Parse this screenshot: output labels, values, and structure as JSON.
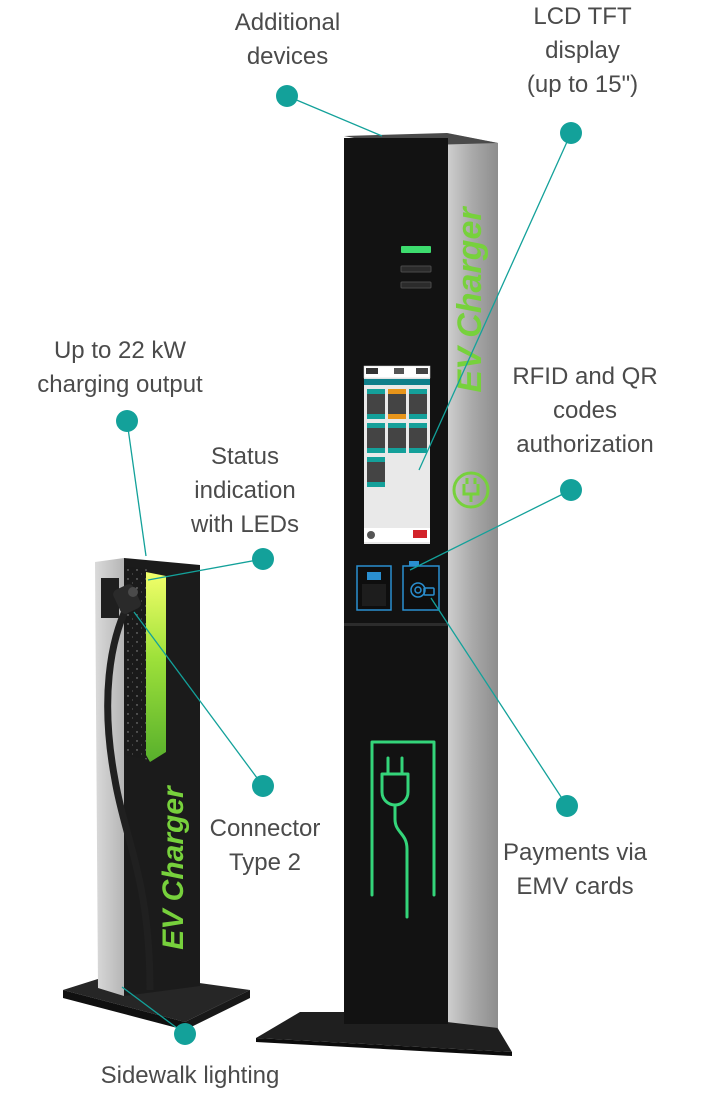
{
  "colors": {
    "accent_teal": "#13a19a",
    "brand_green": "#6fcf3a",
    "display_frame": "#e9e9e9",
    "station_body": "#141414",
    "text": "#4b4b4b"
  },
  "labels": {
    "additional_devices": "Additional\ndevices",
    "lcd_display": "LCD TFT\ndisplay\n(up to 15\")",
    "charging_output": "Up to 22 kW\ncharging output",
    "rfid_qr": "RFID and QR\ncodes\nauthorization",
    "status_leds": "Status\nindication\nwith LEDs",
    "connector": "Connector\nType 2",
    "payments": "Payments via\nEMV cards",
    "sidewalk": "Sidewalk lighting"
  },
  "branding": {
    "tall_side_text": "EV Charger",
    "small_front_text": "EV Charger"
  },
  "icons": [
    "plug-icon",
    "contactless-card-icon",
    "qr-code-icon",
    "ev-charger-logo-icon"
  ]
}
